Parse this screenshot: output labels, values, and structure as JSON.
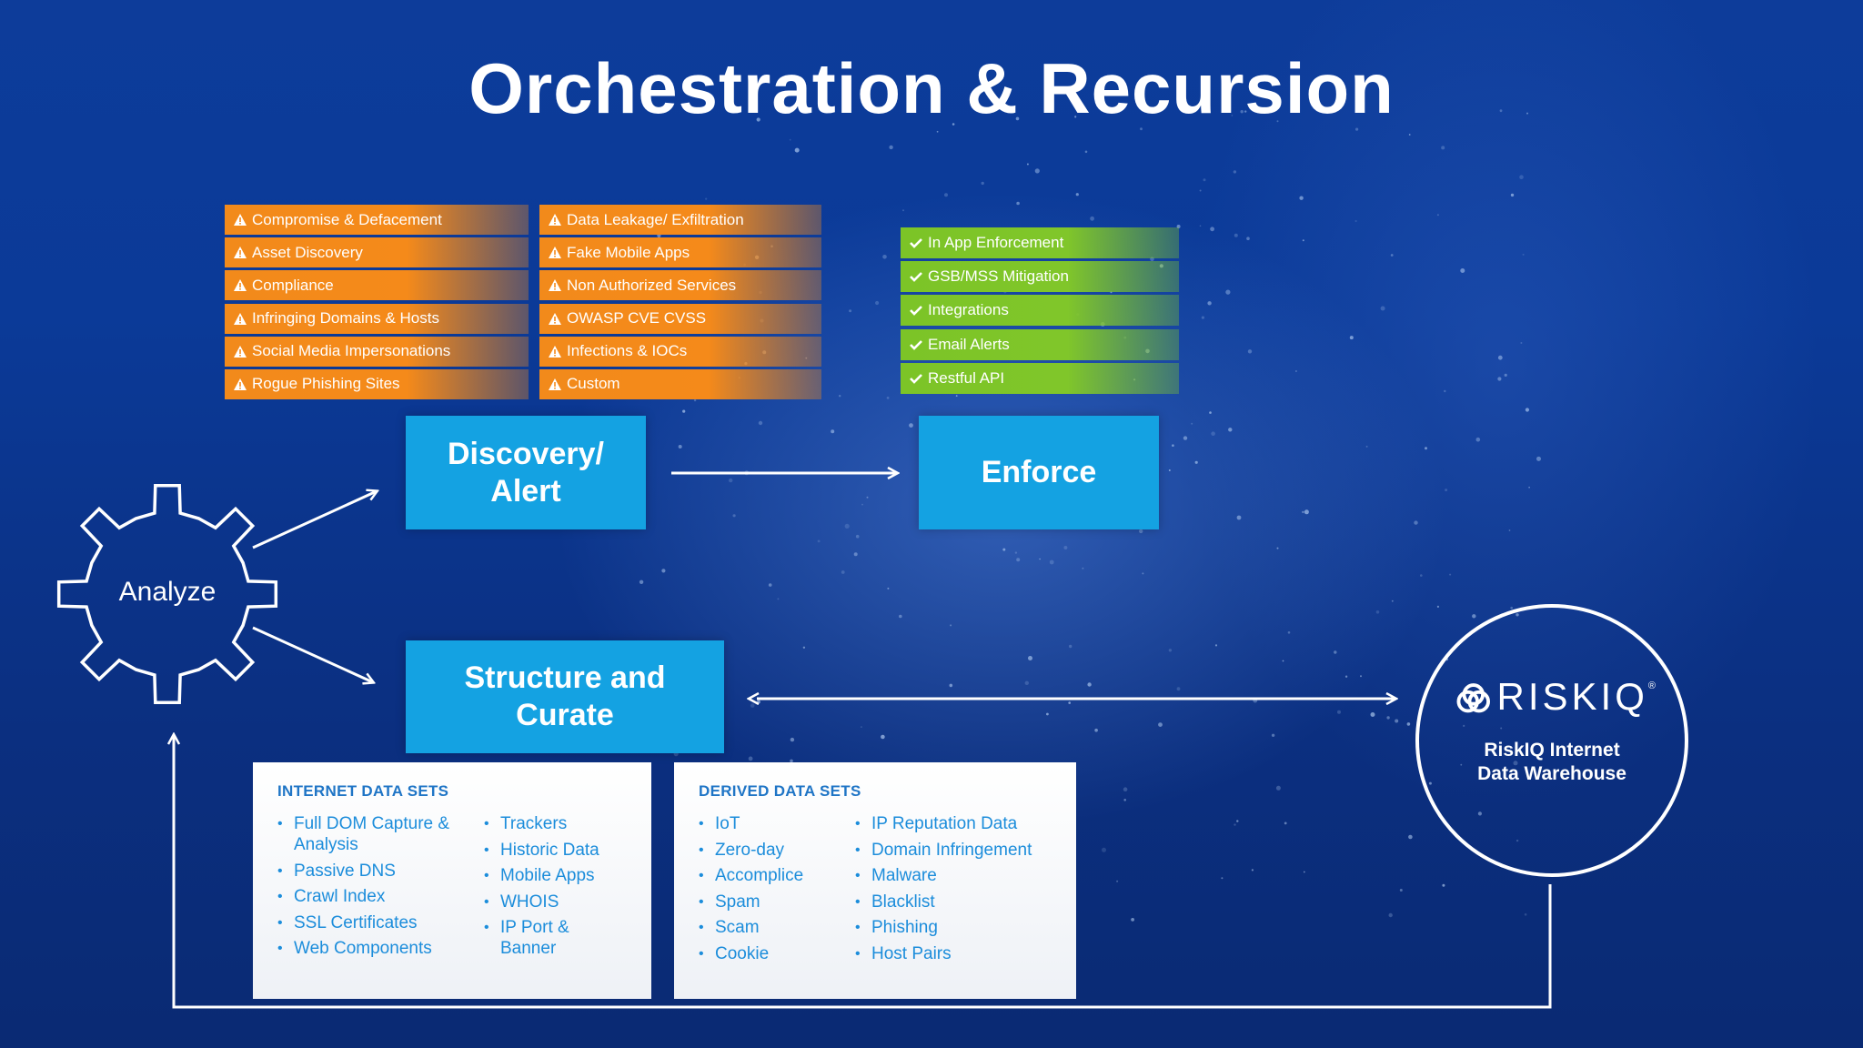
{
  "title": "Orchestration & Recursion",
  "detection_tags_left": [
    "Compromise & Defacement",
    "Asset Discovery",
    "Compliance",
    "Infringing Domains & Hosts",
    "Social Media Impersonations",
    "Rogue Phishing Sites"
  ],
  "detection_tags_right": [
    "Data Leakage/ Exfiltration",
    "Fake Mobile Apps",
    "Non Authorized Services",
    "OWASP CVE CVSS",
    "Infections & IOCs",
    "Custom"
  ],
  "enforcement_tags": [
    "In App Enforcement",
    "GSB/MSS Mitigation",
    "Integrations",
    "Email Alerts",
    "Restful API"
  ],
  "boxes": {
    "discovery_line1": "Discovery/",
    "discovery_line2": "Alert",
    "enforce": "Enforce",
    "structure_line1": "Structure and",
    "structure_line2": "Curate"
  },
  "analyze_label": "Analyze",
  "internet_data_sets": {
    "heading": "INTERNET DATA SETS",
    "col1": [
      "Full DOM Capture & Analysis",
      "Passive DNS",
      "Crawl Index",
      "SSL Certificates",
      "Web Components"
    ],
    "col2": [
      "Trackers",
      "Historic Data",
      "Mobile Apps",
      "WHOIS",
      "IP Port & Banner"
    ]
  },
  "derived_data_sets": {
    "heading": "DERIVED DATA SETS",
    "col1": [
      "IoT",
      "Zero-day",
      "Accomplice",
      "Spam",
      "Scam",
      "Cookie"
    ],
    "col2": [
      "IP Reputation Data",
      "Domain Infringement",
      "Malware",
      "Blacklist",
      "Phishing",
      "Host Pairs"
    ]
  },
  "riskiq": {
    "logo_text": "RISKIQ",
    "registered_mark": "®",
    "subtitle_line1": "RiskIQ Internet",
    "subtitle_line2": "Data Warehouse"
  },
  "colors": {
    "orange_tag": "#f58a1a",
    "green_tag": "#80c62a",
    "box_blue": "#14a2e2",
    "background": "#0b3a98"
  }
}
